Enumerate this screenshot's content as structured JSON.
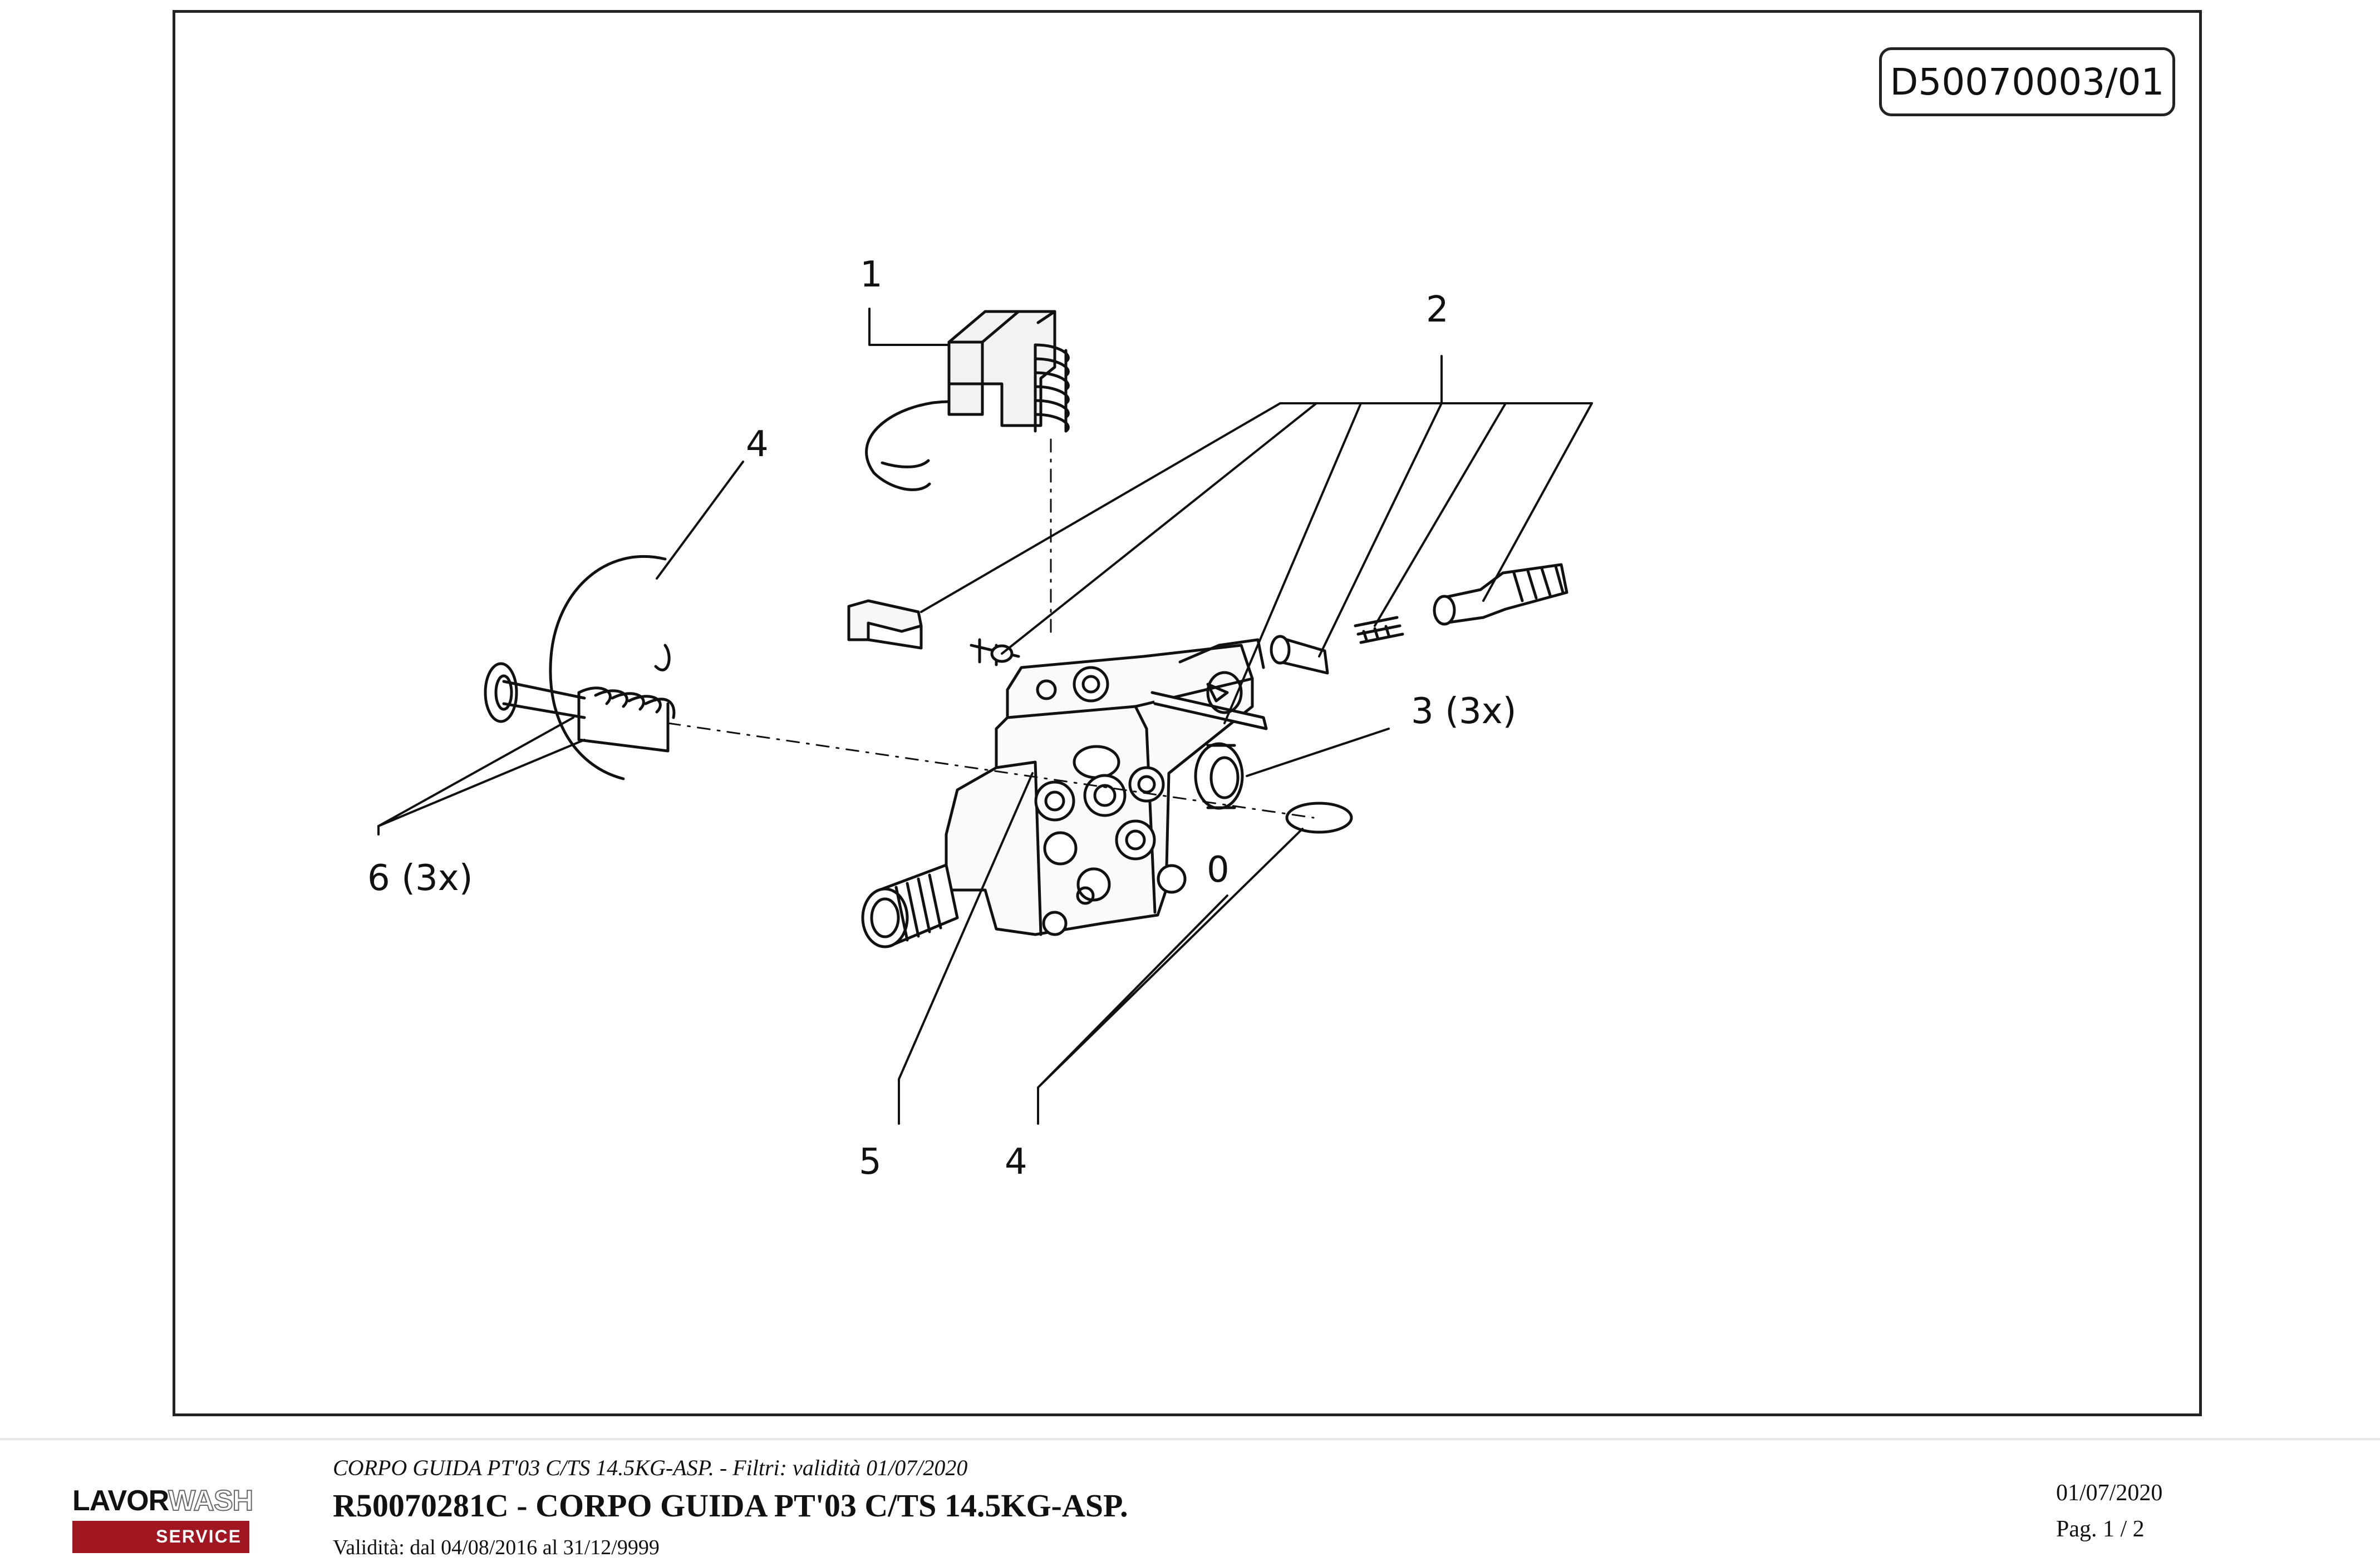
{
  "drawing_id": "D50070003/01",
  "callouts": {
    "c1": "1",
    "c2": "2",
    "c3": "3 (3x)",
    "c4a": "4",
    "c4b": "4",
    "c5": "5",
    "c6": "6 (3x)"
  },
  "footer": {
    "title_italic": "CORPO GUIDA PT'03 C/TS 14.5KG-ASP. - Filtri: validità 01/07/2020",
    "code_title": "R50070281C - CORPO GUIDA PT'03 C/TS 14.5KG-ASP.",
    "validity": "Validità: dal 04/08/2016 al 31/12/9999",
    "date": "01/07/2020",
    "page": "Pag. 1 / 2"
  },
  "logo": {
    "brand_part1": "LAVOR",
    "brand_part2": "WASH",
    "subtitle": "SERVICE",
    "accent_color": "#a01621"
  }
}
